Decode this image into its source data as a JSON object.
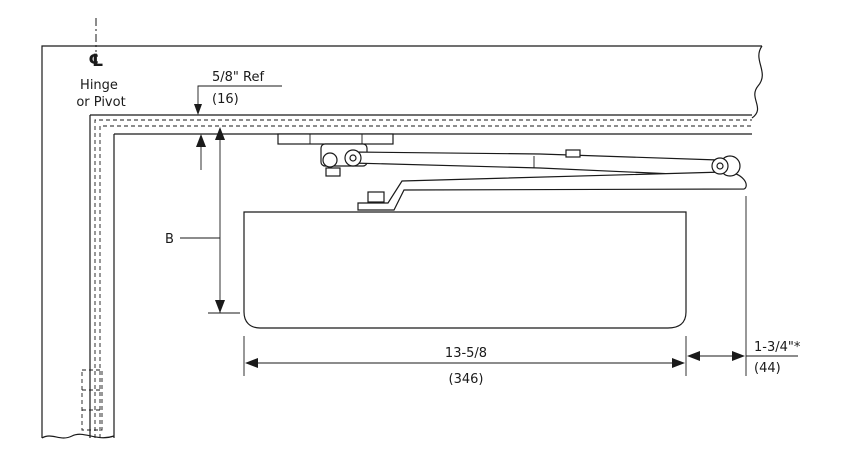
{
  "labels": {
    "centerline_symbol": "℄",
    "hinge_line1": "Hinge",
    "hinge_line2": "or Pivot",
    "ref_line1": "5/8\"  Ref",
    "ref_line2": "(16)",
    "dim_b": "B",
    "width_line1": "13-5/8",
    "width_line2": "(346)",
    "offset_line1": "1-3/4\"*",
    "offset_line2": "(44)"
  },
  "colors": {
    "line": "#1a1a1a",
    "background": "#ffffff"
  }
}
